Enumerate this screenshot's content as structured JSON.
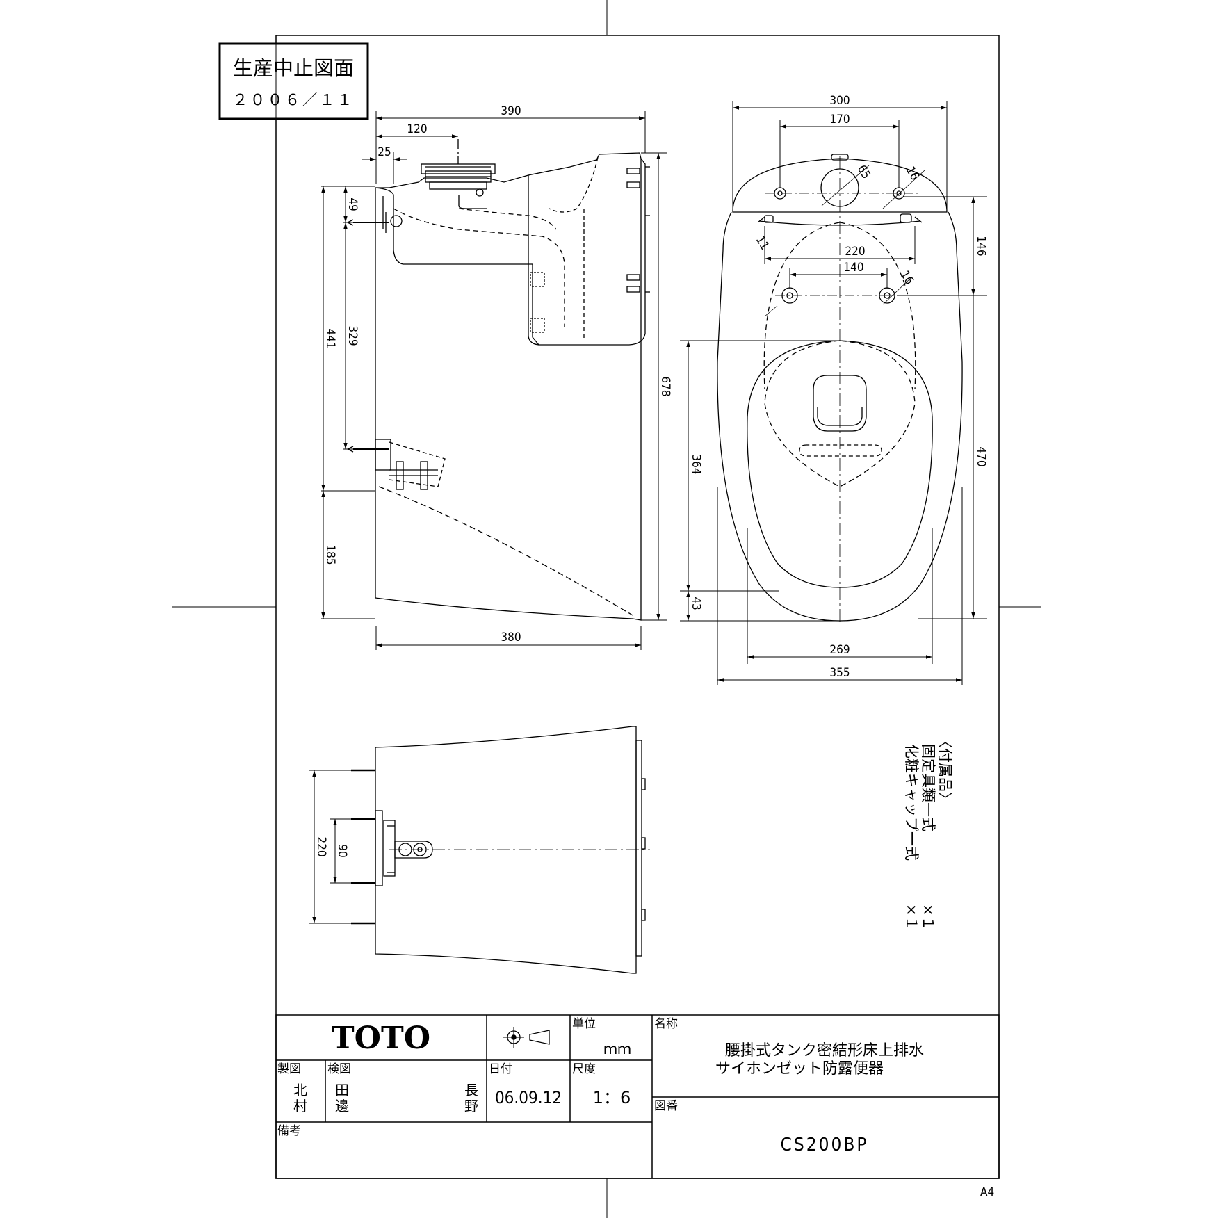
{
  "stamp": {
    "title": "生産中止図面",
    "date": "２００６／１１"
  },
  "dimensions": {
    "side": {
      "overall_width": "390",
      "pipe_offset": "120",
      "back_offset": "25",
      "upper_height": "49",
      "fix_height": "329",
      "tank_height": "441",
      "overall_height": "678",
      "floor_height": "185",
      "base_width": "380"
    },
    "top": {
      "overall_width": "300",
      "hole_pitch": "170",
      "hole_diameter": "65",
      "hole_small_1": "16",
      "hole_small_2": "11",
      "cap_pitch": "220",
      "bolt_pitch": "140",
      "bolt_diameter": "16",
      "bolt_offset": "146",
      "bowl_length": "364",
      "front_offset": "43",
      "overall_depth": "470",
      "seat_width": "269",
      "base_width": "355"
    },
    "bottom": {
      "screw_pitch": "220",
      "drain_pitch": "90"
    }
  },
  "accessories": {
    "header": "〈付属品〉",
    "items": [
      {
        "name": "固定具類一式",
        "qty": "×１"
      },
      {
        "name": "化粧キャップ一式",
        "qty": "×１"
      }
    ]
  },
  "title_block": {
    "logo": "TOTO",
    "unit_label": "単位",
    "unit_value": "ｍｍ",
    "name_label": "名称",
    "name_line1": "腰掛式タンク密結形床上排水",
    "name_line2": "サイホンゼット防露便器",
    "drawn_label": "製図",
    "drawn_by_1": "北",
    "drawn_by_2": "村",
    "checked_label": "検図",
    "checked_by_1": "田",
    "checked_by_2": "邊",
    "approved_by_1": "長",
    "approved_by_2": "野",
    "date_label": "日付",
    "date_value": "06.09.12",
    "scale_label": "尺度",
    "scale_value": "1：6",
    "drawing_no_label": "図番",
    "drawing_no": "CS200BP",
    "remarks_label": "備考"
  },
  "sheet_size": "A4"
}
